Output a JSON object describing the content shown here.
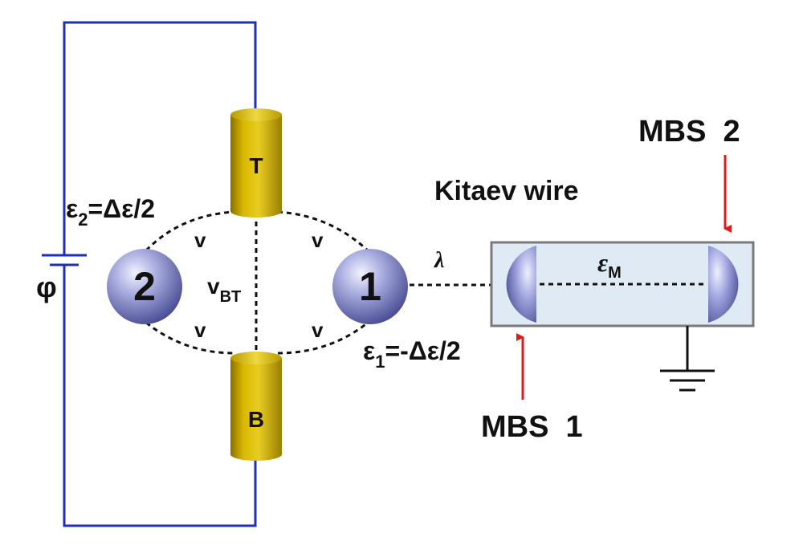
{
  "title": "",
  "labels": {
    "terminal_top": "T",
    "terminal_bottom": "B",
    "dot_2": "2",
    "dot_1": "1",
    "phase": "φ",
    "eps2": {
      "sym": "ε",
      "sub": "2",
      "rest": "=Δε/2"
    },
    "eps1": {
      "sym": "ε",
      "sub": "1",
      "rest": "=-Δε/2"
    },
    "vbt": {
      "main": "v",
      "sub": "BT"
    },
    "v": "v",
    "lambda": "λ",
    "epsM": {
      "sym": "ε",
      "sub": "M"
    },
    "wire": "Kitaev wire",
    "mbs1": "MBS  1",
    "mbs2": "MBS  2"
  },
  "colors": {
    "circuit": "#1f2fb8",
    "arrow": "#e01b1b",
    "terminal": "#d4b400",
    "dot": "#8d92d6",
    "wire_fill": "#dfeaf4",
    "wire_border": "#7a7a7a"
  }
}
